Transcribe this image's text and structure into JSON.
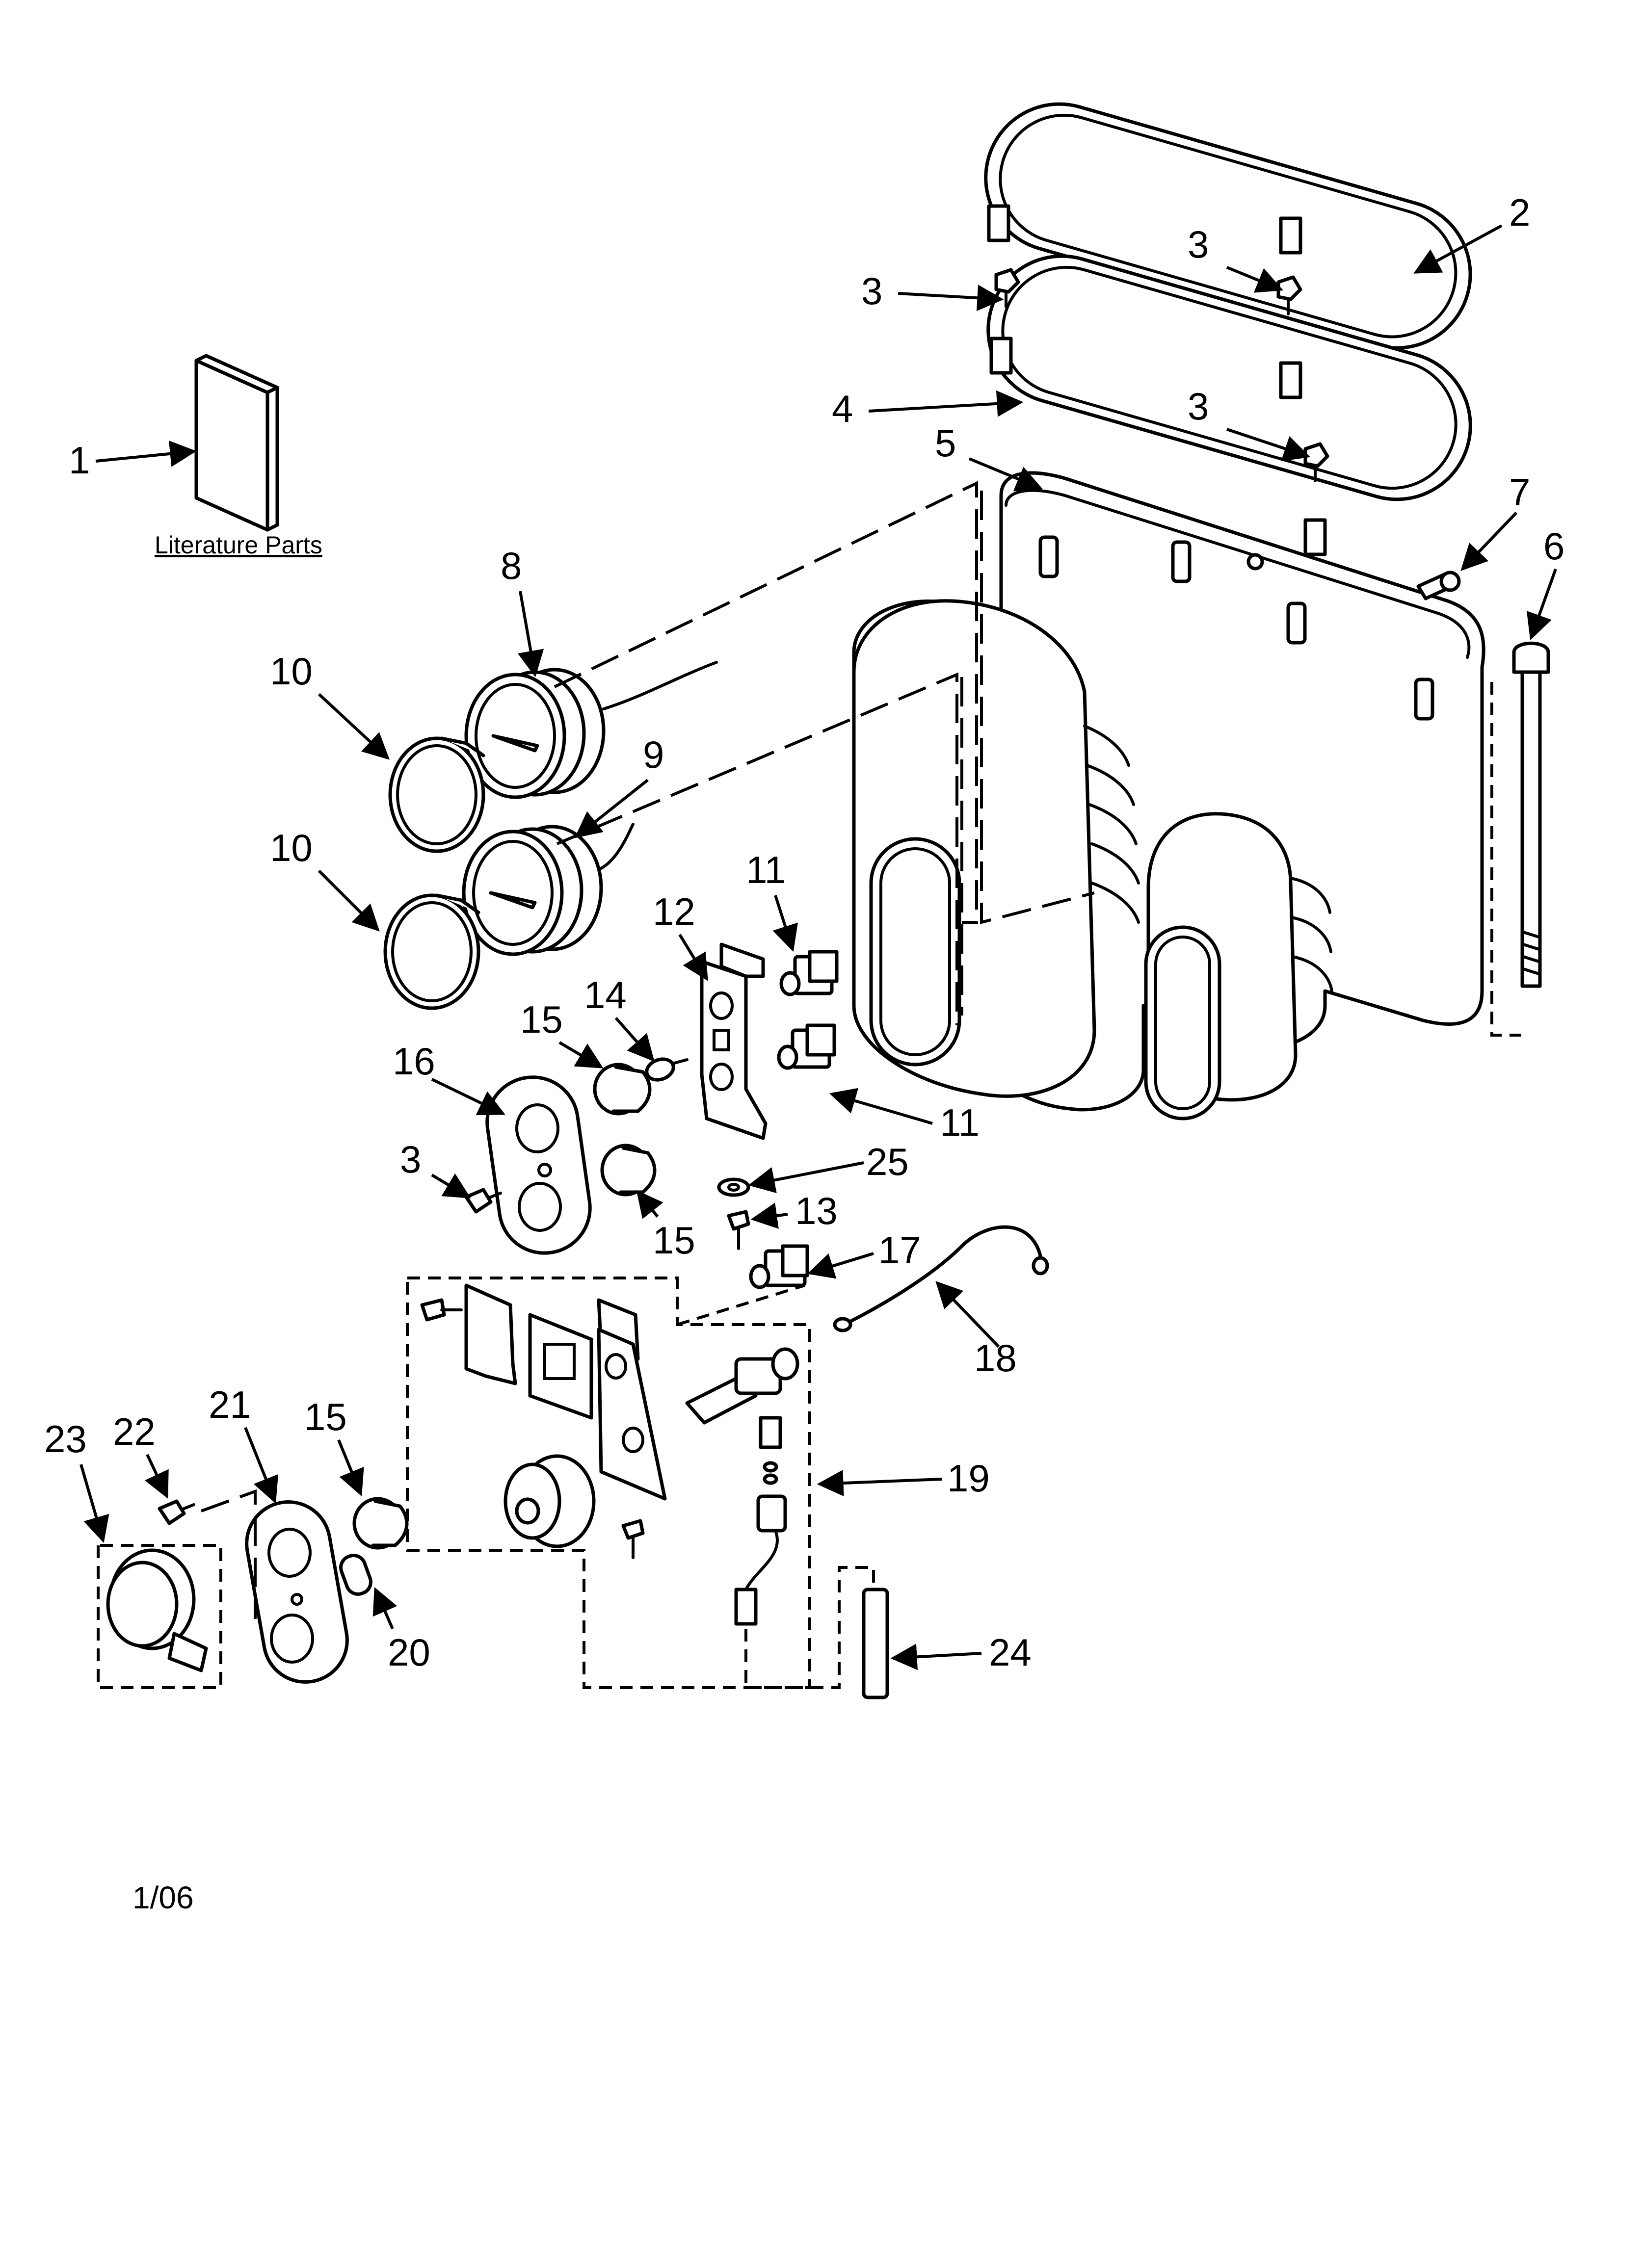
{
  "diagram": {
    "literature_caption": "Literature Parts",
    "revision_date": "1/06",
    "callouts": [
      {
        "id": "c1",
        "text": "1"
      },
      {
        "id": "c2",
        "text": "2"
      },
      {
        "id": "c3a",
        "text": "3"
      },
      {
        "id": "c3b",
        "text": "3"
      },
      {
        "id": "c3c",
        "text": "3"
      },
      {
        "id": "c3d",
        "text": "3"
      },
      {
        "id": "c4",
        "text": "4"
      },
      {
        "id": "c5",
        "text": "5"
      },
      {
        "id": "c6",
        "text": "6"
      },
      {
        "id": "c7",
        "text": "7"
      },
      {
        "id": "c8",
        "text": "8"
      },
      {
        "id": "c9",
        "text": "9"
      },
      {
        "id": "c10a",
        "text": "10"
      },
      {
        "id": "c10b",
        "text": "10"
      },
      {
        "id": "c11a",
        "text": "11"
      },
      {
        "id": "c11b",
        "text": "11"
      },
      {
        "id": "c12",
        "text": "12"
      },
      {
        "id": "c13",
        "text": "13"
      },
      {
        "id": "c14",
        "text": "14"
      },
      {
        "id": "c15a",
        "text": "15"
      },
      {
        "id": "c15b",
        "text": "15"
      },
      {
        "id": "c15c",
        "text": "15"
      },
      {
        "id": "c16",
        "text": "16"
      },
      {
        "id": "c17",
        "text": "17"
      },
      {
        "id": "c18",
        "text": "18"
      },
      {
        "id": "c19",
        "text": "19"
      },
      {
        "id": "c20",
        "text": "20"
      },
      {
        "id": "c21",
        "text": "21"
      },
      {
        "id": "c22",
        "text": "22"
      },
      {
        "id": "c23",
        "text": "23"
      },
      {
        "id": "c24",
        "text": "24"
      },
      {
        "id": "c25",
        "text": "25"
      }
    ]
  }
}
